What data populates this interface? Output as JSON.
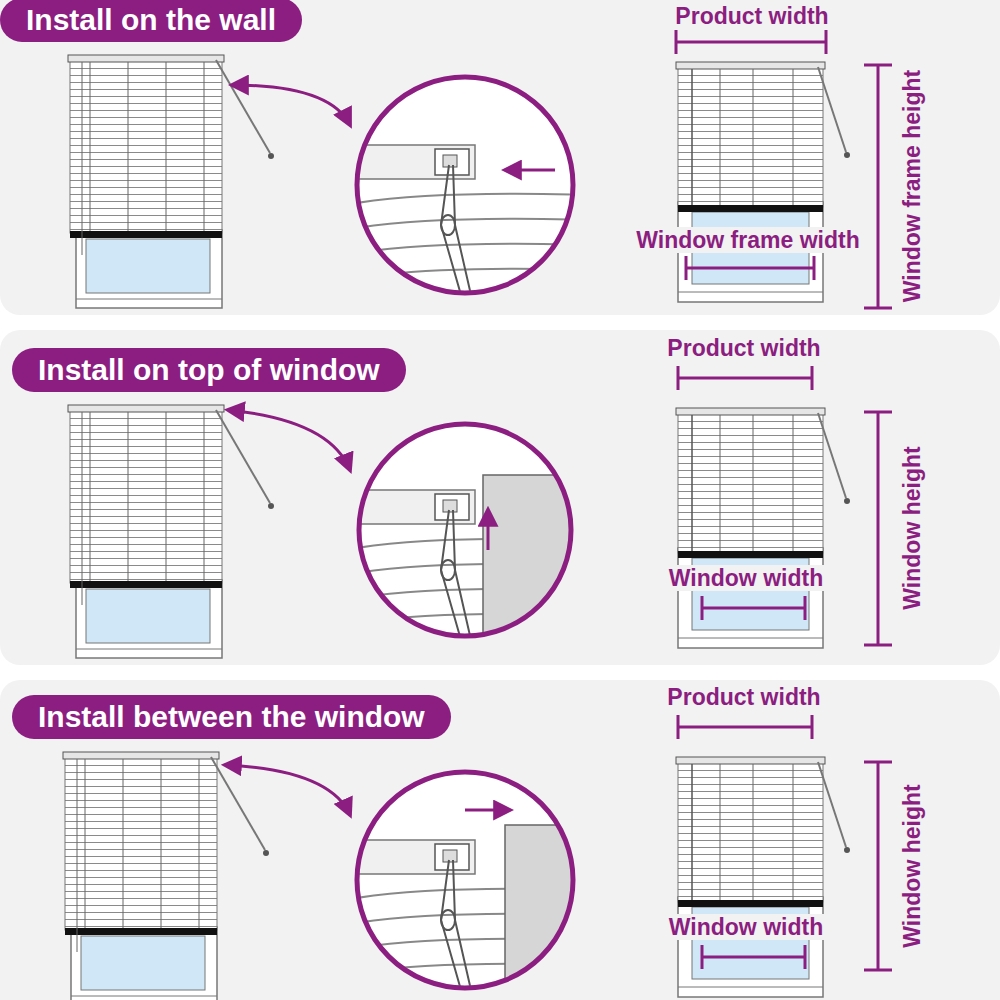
{
  "diagram": {
    "nodes": [
      {
        "text": [
          "Install on the wall"
        ]
      },
      {
        "text": [
          "Install on top of window"
        ]
      },
      {
        "text": [
          "Install between the window"
        ]
      }
    ],
    "labels": [
      "Product width",
      "Window frame width",
      "Window frame height",
      "Product width",
      "Window width",
      "Window height",
      "Product width",
      "Window width",
      "Window height"
    ]
  }
}
